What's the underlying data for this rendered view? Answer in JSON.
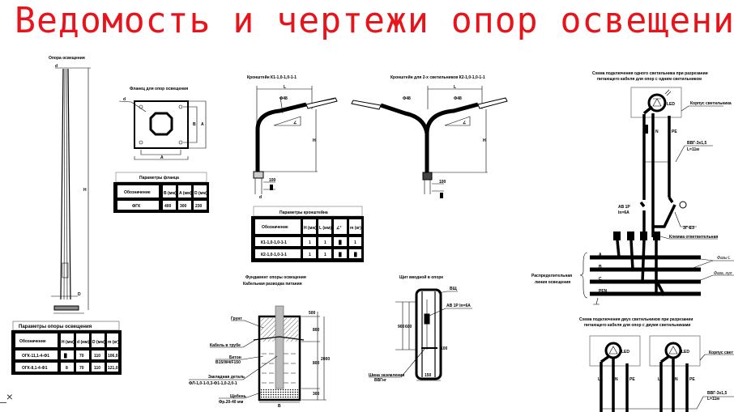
{
  "title": "Ведомость и чертежи опор освещения",
  "colors": {
    "title": "#e8141c",
    "lines": "#000000",
    "background": "#ffffff"
  },
  "pole": {
    "heading": "Опора освещения",
    "dim_top": "d",
    "dim_height": "H",
    "dim_base": "D",
    "table": {
      "title": "Параметры опоры освещения",
      "headers": [
        "Обозначение",
        "H (мм)",
        "d (мм)",
        "D (мм)",
        "m (кг)"
      ],
      "rows": [
        [
          "ОГК-11,1-4-Ф1",
          "█",
          "70",
          "110",
          "106,0"
        ],
        [
          "ОГК-8,1-4-Ф1",
          "8",
          "70",
          "110",
          "121,0"
        ]
      ]
    }
  },
  "flange": {
    "heading": "Фланец для опор освещения",
    "dim_a": "A",
    "dim_b": "B",
    "dim_d": "d",
    "table": {
      "title": "Параметры фланца",
      "headers": [
        "Обозначение",
        "B (мм)",
        "A (мм)",
        "D (мм)"
      ],
      "rows": [
        [
          "ФГК",
          "400",
          "300",
          "230"
        ]
      ]
    }
  },
  "bracket_single": {
    "heading": "Кронштейн К1-1,0-1,0-1-1",
    "dim_l": "L",
    "dim_h": "H",
    "dim_angle": "∠",
    "dim_pipe": "Ф48",
    "dim_sleeve": "100",
    "dim_d": "d"
  },
  "bracket_double": {
    "heading": "Кронштейн для 2-х светильников К2-1,0-1,0-1-1",
    "dim_l": "L",
    "dim_h": "H",
    "dim_angle": "∠",
    "dim_pipe": "Ф48",
    "dim_sleeve": "100"
  },
  "bracket_table": {
    "title": "Параметры кронштейна",
    "headers": [
      "Обозначение",
      "H (мм)",
      "L (мм)",
      "∠°",
      "m (кг)"
    ],
    "rows": [
      [
        "К1-1,0-1,0-1-1",
        "1",
        "1",
        "█",
        "1"
      ],
      [
        "К2-1,0-1,0-1-1",
        "1",
        "1",
        "█",
        "█"
      ]
    ]
  },
  "foundation": {
    "heading_1": "Фундамент опоры освещения",
    "heading_2": "Кабельная разводка питания",
    "labels": [
      "Грунт",
      "Кабель в трубе",
      "Бетон",
      "В15/W4/F150",
      "Закладная деталь",
      "ФЛ-1,0-1-0,3-Ф1-1,0-2,0-1",
      "Щебень",
      "Фр.20-40 мм"
    ],
    "dims": [
      "500",
      "800",
      "2000",
      "300",
      "В"
    ]
  },
  "fuse_box": {
    "heading": "Щит вводной в опоре",
    "labels": [
      "ВЩ",
      "АВ 1Р In=6А",
      "Шина заземления",
      "ВВГнг"
    ],
    "dims": [
      "900",
      "600",
      "100",
      "150"
    ]
  },
  "scheme_single": {
    "heading_1": "Схема подключения одного светильника при разрезании",
    "heading_2": "питающего кабеля для опор с одним светильником",
    "lamp": "LED",
    "lamp_box": "Корпус светильника",
    "wires": [
      "L",
      "N",
      "PE"
    ],
    "cable": "ВВГ-3х1,5",
    "cable_len": "L=11м",
    "breaker_1": "АВ 1Р",
    "breaker_2": "In=6А",
    "ground": "ЗГ-ЕЗ",
    "terminals": "Клемма ответвительная",
    "phases": [
      "A",
      "B",
      "C",
      "PEN"
    ],
    "line_label_1": "Распределительная",
    "line_label_2": "линия освещения",
    "phase_note_1": "Фазы L",
    "phase_note_2": "Фаза, нул"
  },
  "scheme_double": {
    "heading_1": "Схема подключения двух светильников при разрезании",
    "heading_2": "питающего кабеля для опор с двумя светильниками",
    "lamp": "LED",
    "lamp_box": "Корпус свет",
    "wires_1": [
      "L1",
      "N",
      "PE"
    ],
    "wires_2": [
      "L2",
      "N",
      "PE"
    ],
    "cable": "ВВГ-3х1,5",
    "cable_len": "L=11м"
  },
  "cursor": "_×"
}
